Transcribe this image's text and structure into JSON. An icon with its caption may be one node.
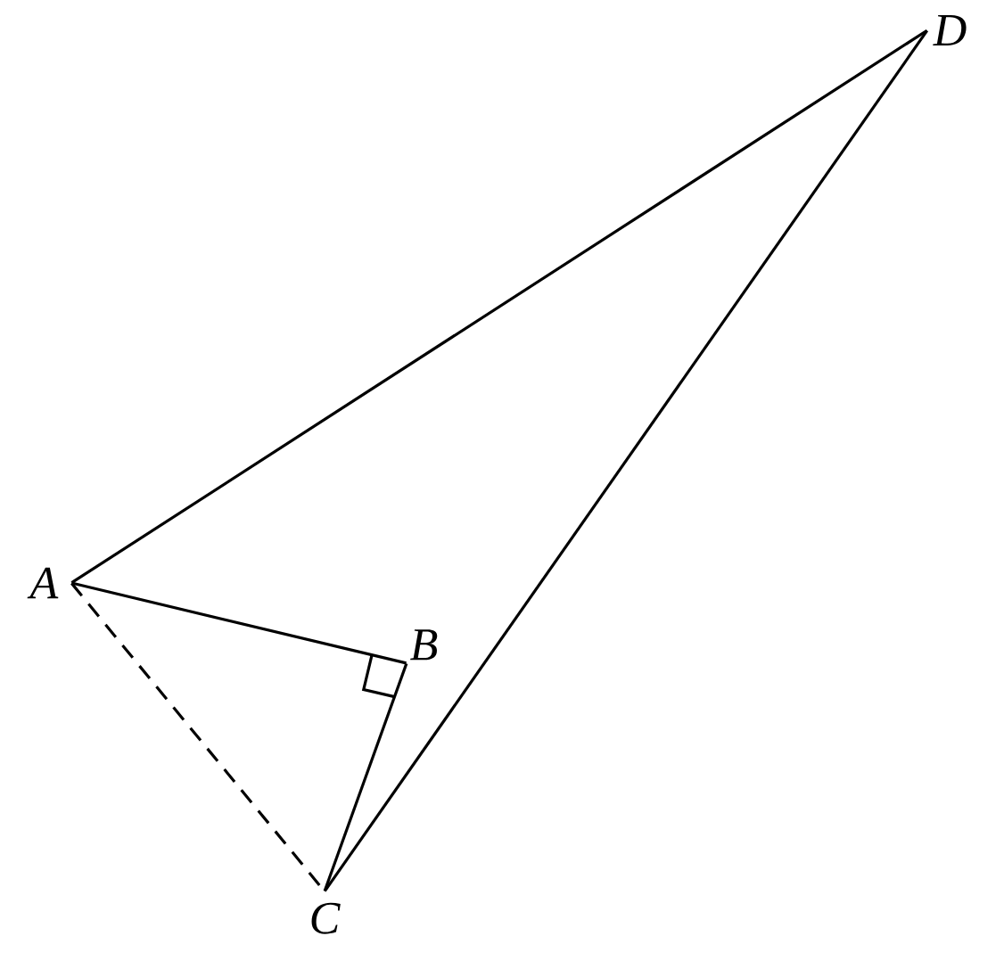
{
  "diagram": {
    "nodes": [
      {
        "text": [
          "A"
        ]
      },
      {
        "text": [
          "B"
        ]
      },
      {
        "text": [
          "C"
        ]
      },
      {
        "text": [
          "D"
        ]
      }
    ],
    "edges": [
      {
        "from": 0,
        "to": 3,
        "arrow": "none"
      },
      {
        "from": 0,
        "to": 1,
        "arrow": "none"
      },
      {
        "from": 1,
        "to": 2,
        "arrow": "none"
      },
      {
        "from": 2,
        "to": 3,
        "arrow": "none"
      },
      {
        "from": 0,
        "to": 2,
        "arrow": "none",
        "style": "dashed"
      }
    ]
  }
}
